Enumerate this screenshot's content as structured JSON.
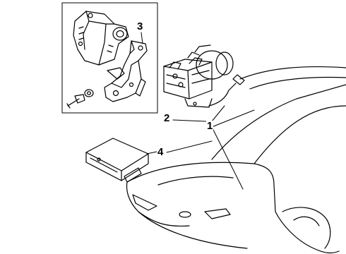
{
  "diagram": {
    "callouts": {
      "c1": "1",
      "c2": "2",
      "c3": "3",
      "c4": "4"
    },
    "parts": [
      {
        "callout": "1",
        "depicts": "abs-hydraulic-unit"
      },
      {
        "callout": "2",
        "depicts": "bracket-assembly-detail"
      },
      {
        "callout": "3",
        "depicts": "mounting-bracket"
      },
      {
        "callout": "4",
        "depicts": "control-module"
      }
    ]
  }
}
